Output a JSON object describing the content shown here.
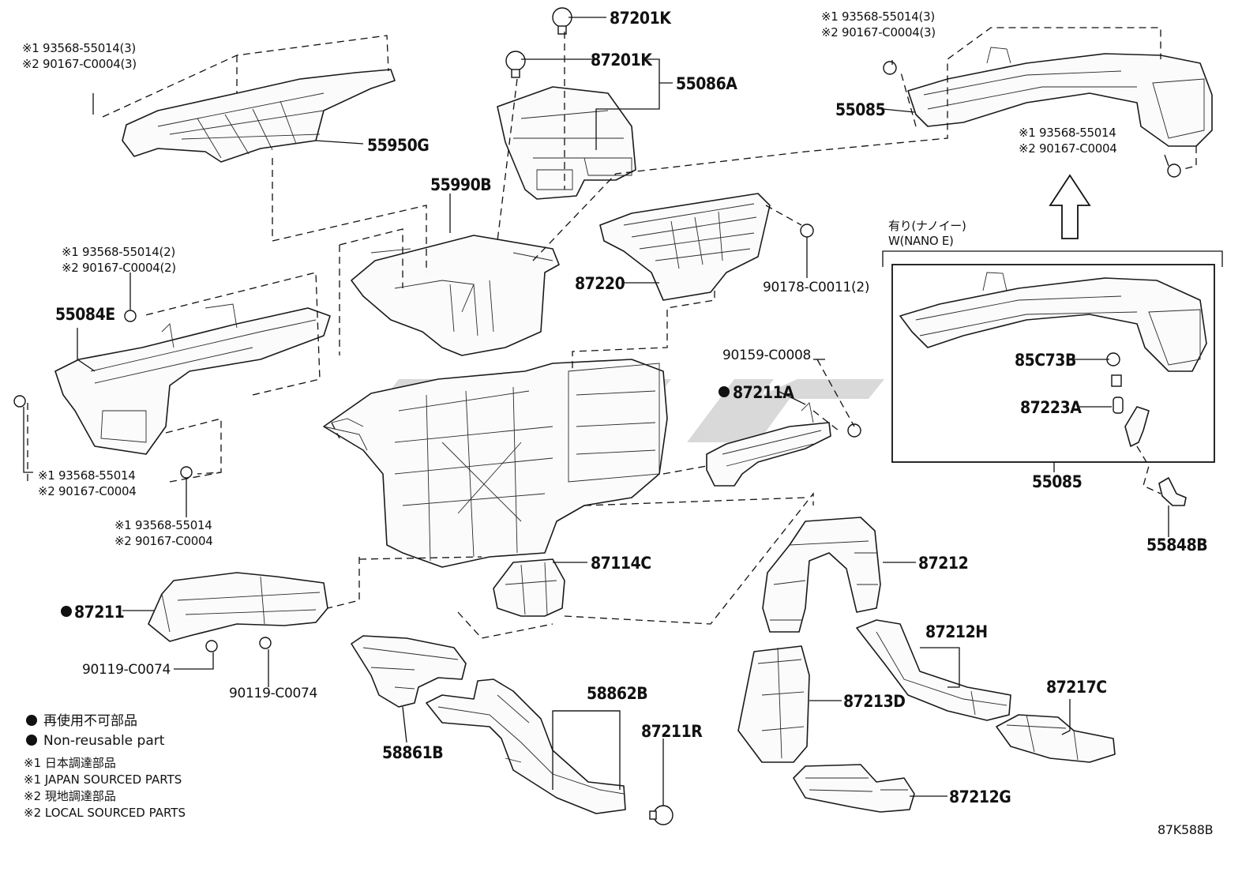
{
  "diagram_code": "87K588B",
  "nano_option": {
    "title_jp": "有り(ナノイー)",
    "title_en": "W(NANO E)",
    "box_label": "55085"
  },
  "arrow_icon": "up-arrow-icon",
  "labels": {
    "p87201K_a": "87201K",
    "p87201K_b": "87201K",
    "p55086A": "55086A",
    "p55950G": "55950G",
    "p55990B": "55990B",
    "p87220": "87220",
    "p90178": "90178-C0011(2)",
    "p55085_top": "55085",
    "p55084E": "55084E",
    "p90159": "90159-C0008",
    "p87211A": "87211A",
    "p85C73B": "85C73B",
    "p87223A": "87223A",
    "p55848B": "55848B",
    "p87114C": "87114C",
    "p87211": "87211",
    "p90119_a": "90119-C0074",
    "p90119_b": "90119-C0074",
    "p87212": "87212",
    "p87212H": "87212H",
    "p87213D": "87213D",
    "p87217C": "87217C",
    "p87212G": "87212G",
    "p58862B": "58862B",
    "p87211R": "87211R",
    "p58861B": "58861B"
  },
  "fastener_notes": {
    "tl_a": "※1 93568-55014(3)",
    "tl_b": "※2 90167-C0004(3)",
    "tr_a": "※1 93568-55014(3)",
    "tr_b": "※2 90167-C0004(3)",
    "tr2_a": "※1 93568-55014",
    "tr2_b": "※2 90167-C0004",
    "ml_a": "※1 93568-55014(2)",
    "ml_b": "※2 90167-C0004(2)",
    "ll_a": "※1 93568-55014",
    "ll_b": "※2 90167-C0004",
    "lm_a": "※1 93568-55014",
    "lm_b": "※2 90167-C0004"
  },
  "legend": {
    "non_reusable_jp": "再使用不可部品",
    "non_reusable_en": "Non-reusable part",
    "japan_jp": "※1 日本調達部品",
    "japan_en": "※1 JAPAN SOURCED PARTS",
    "local_jp": "※2 現地調達部品",
    "local_en": "※2 LOCAL SOURCED PARTS"
  }
}
